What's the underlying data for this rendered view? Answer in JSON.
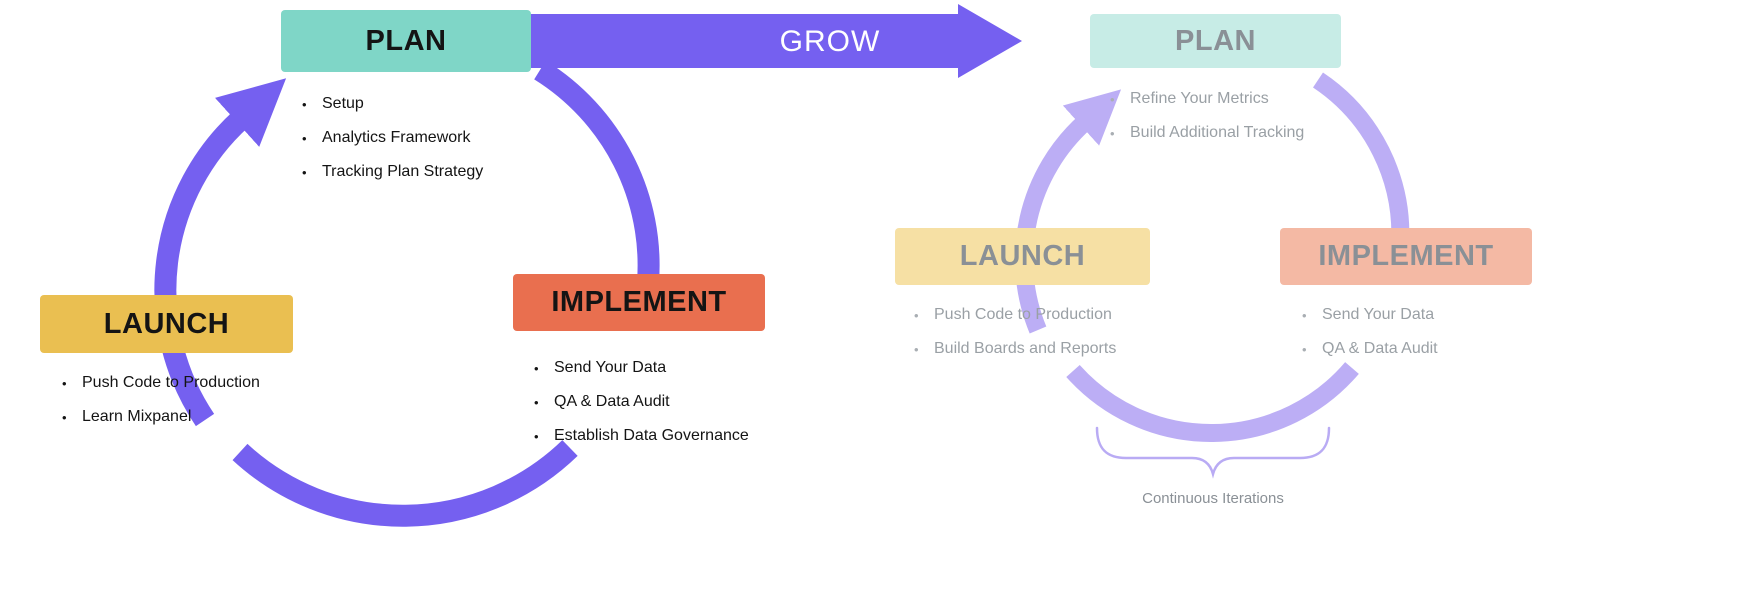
{
  "colors": {
    "purple": "#7560F0",
    "light_purple": "#BCAEF5",
    "teal": "#7FD6C7",
    "pale_teal": "#C7ECE6",
    "coral": "#E96F4F",
    "pale_coral": "#F4B9A4",
    "gold": "#EABF51",
    "pale_gold": "#F6E0A4",
    "dark_text": "#141414",
    "gray_text": "#8A9096",
    "muted_bullet_text": "#9AA0A5"
  },
  "grow_arrow": {
    "label": "GROW"
  },
  "left_cycle": {
    "plan": {
      "title": "PLAN",
      "items": [
        "Setup",
        "Analytics Framework",
        "Tracking Plan Strategy"
      ]
    },
    "implement": {
      "title": "IMPLEMENT",
      "items": [
        "Send Your Data",
        "QA & Data Audit",
        "Establish Data Governance"
      ]
    },
    "launch": {
      "title": "LAUNCH",
      "items": [
        "Push Code to Production",
        "Learn Mixpanel"
      ]
    }
  },
  "right_cycle": {
    "plan": {
      "title": "PLAN",
      "items": [
        "Refine Your Metrics",
        "Build Additional Tracking"
      ]
    },
    "launch": {
      "title": "LAUNCH",
      "items": [
        "Push Code to Production",
        "Build Boards and Reports"
      ]
    },
    "implement": {
      "title": "IMPLEMENT",
      "items": [
        "Send Your Data",
        "QA & Data Audit"
      ]
    },
    "caption": "Continuous Iterations"
  }
}
